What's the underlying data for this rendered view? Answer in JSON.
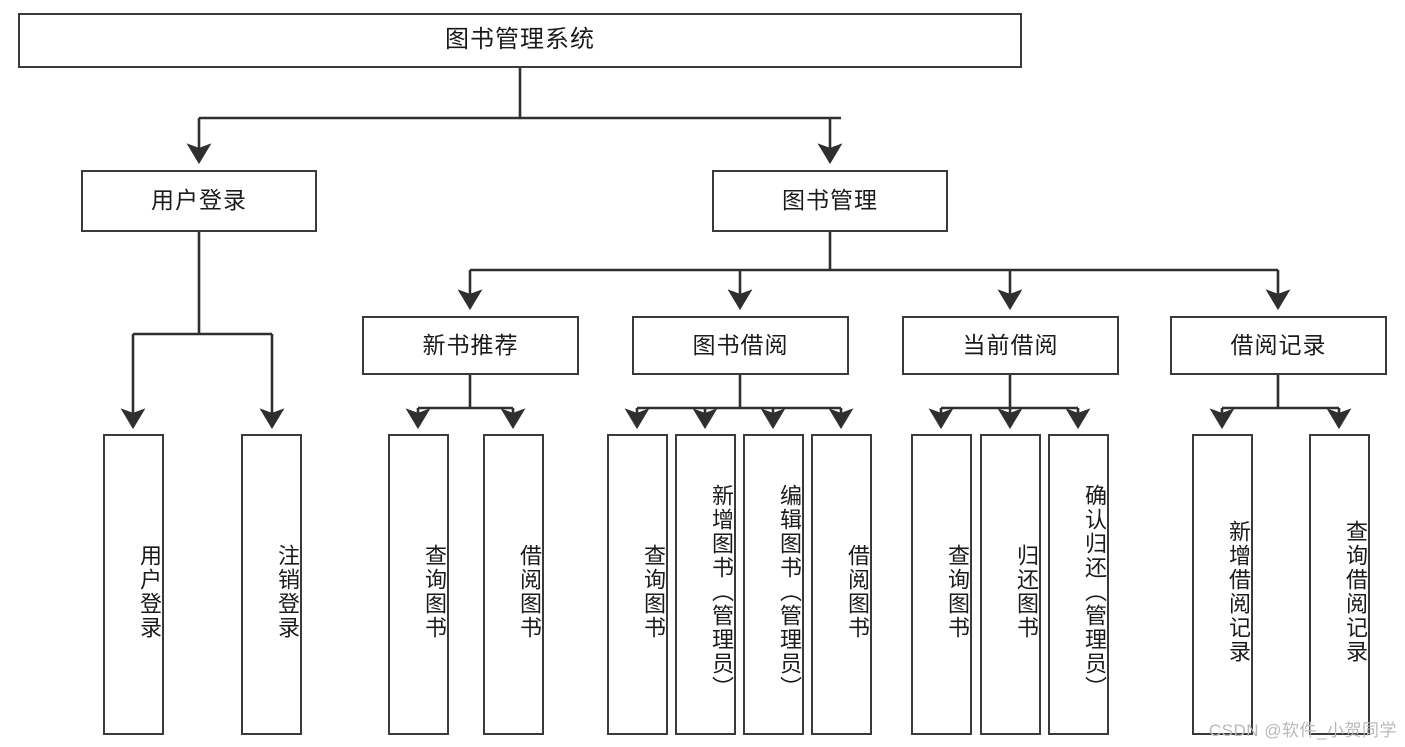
{
  "diagram": {
    "title": "图书管理系统",
    "type": "tree",
    "watermark": "CSDN @软件_小贺同学",
    "colors": {
      "box_border": "#3a3a3a",
      "box_fill": "#ffffff",
      "connector": "#2f2f2f",
      "text": "#1b1b1b",
      "watermark": "#b9b9b9",
      "background": "#ffffff"
    },
    "levels": {
      "root": "图书管理系统",
      "level1": [
        "用户登录",
        "图书管理"
      ],
      "level2": [
        "新书推荐",
        "图书借阅",
        "当前借阅",
        "借阅记录"
      ],
      "leaves": [
        "用户登录",
        "注销登录",
        "查询图书",
        "借阅图书",
        "查询图书",
        "新增图书（管理员）",
        "编辑图书（管理员）",
        "借阅图书",
        "查询图书",
        "归还图书",
        "确认归还（管理员）",
        "新增借阅记录",
        "查询借阅记录"
      ]
    },
    "nodes": {
      "root": {
        "label": "图书管理系统"
      },
      "user_login": {
        "label": "用户登录"
      },
      "book_manage": {
        "label": "图书管理"
      },
      "new_book_rec": {
        "label": "新书推荐"
      },
      "book_borrow": {
        "label": "图书借阅"
      },
      "current_borrow": {
        "label": "当前借阅"
      },
      "borrow_record": {
        "label": "借阅记录"
      },
      "leaf_user_login": {
        "label": "用户登录"
      },
      "leaf_user_logout": {
        "label": "注销登录"
      },
      "leaf_rec_query": {
        "label": "查询图书"
      },
      "leaf_rec_borrow": {
        "label": "借阅图书"
      },
      "leaf_borrow_query": {
        "label": "查询图书"
      },
      "leaf_borrow_add": {
        "label": "新增图书（管理员）"
      },
      "leaf_borrow_edit": {
        "label": "编辑图书（管理员）"
      },
      "leaf_borrow_do": {
        "label": "借阅图书"
      },
      "leaf_cur_query": {
        "label": "查询图书"
      },
      "leaf_cur_return": {
        "label": "归还图书"
      },
      "leaf_cur_confirm": {
        "label": "确认归还（管理员）"
      },
      "leaf_rec_add": {
        "label": "新增借阅记录"
      },
      "leaf_rec_search": {
        "label": "查询借阅记录"
      }
    }
  }
}
